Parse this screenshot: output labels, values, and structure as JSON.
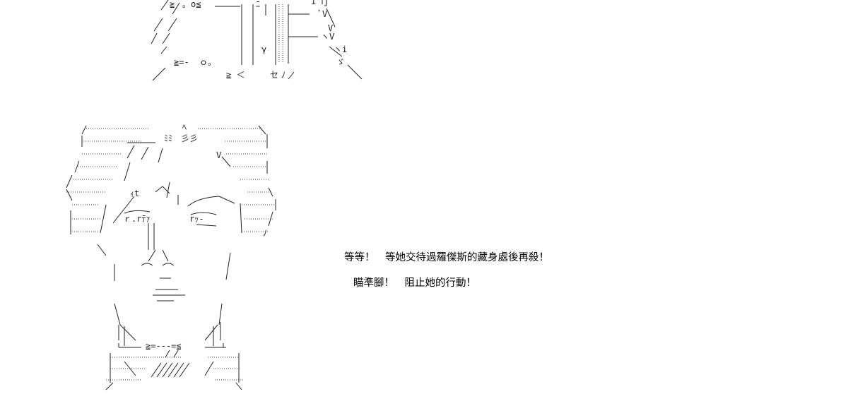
{
  "dialogue": {
    "line1": "等等！　等她交待過羅傑斯的藏身處後再殺！",
    "line2": "瞄準腳！　阻止她的行動！"
  },
  "art": {
    "top": {
      "fragments": [
        "≧",
        "。o≦",
        "ﾆ",
        "i",
        "j",
        "ﾞV",
        "V",
        "ヽV",
        "ヽi",
        "ゞ",
        "≧=-",
        "ｏ。",
        "γ",
        "≧ ＜",
        "セ",
        "ﾉ"
      ]
    },
    "face": {
      "fragments": [
        "ﾐﾐ",
        "彡彡",
        "V",
        "ﾍ",
        "ﾉ",
        "ｨt",
        "ｒ.rﾃｧ",
        "rｯ‐",
        "≧=-‐-=≦"
      ]
    }
  }
}
